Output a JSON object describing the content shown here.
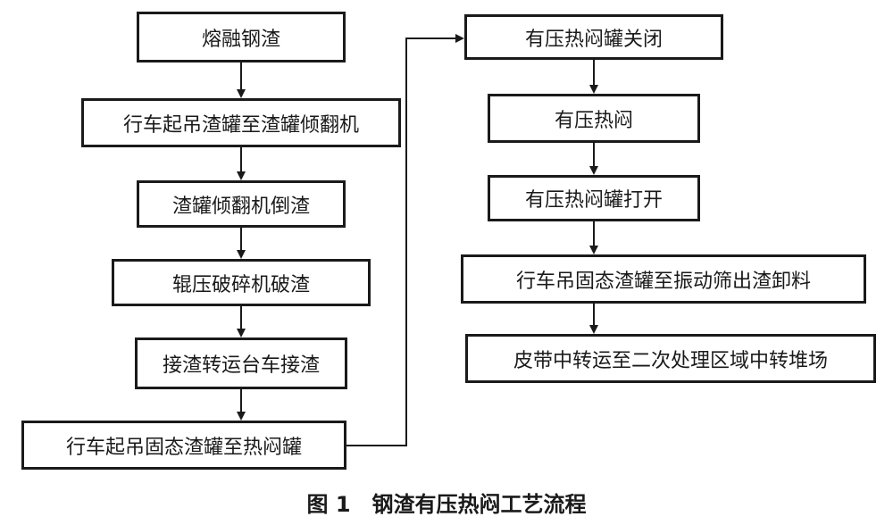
{
  "flowchart": {
    "left_column": [
      "熔融钢渣",
      "行车起吊渣罐至渣罐倾翻机",
      "渣罐倾翻机倒渣",
      "辊压破碎机破渣",
      "接渣转运台车接渣",
      "行车起吊固态渣罐至热闷罐"
    ],
    "right_column": [
      "有压热闷罐关闭",
      "有压热闷",
      "有压热闷罐打开",
      "行车吊固态渣罐至振动筛出渣卸料",
      "皮带中转运至二次处理区域中转堆场"
    ]
  },
  "caption": {
    "number": "图 1",
    "title": "钢渣有压热闷工艺流程"
  },
  "colors": {
    "line": "#1a1a1a",
    "background": "#ffffff"
  }
}
